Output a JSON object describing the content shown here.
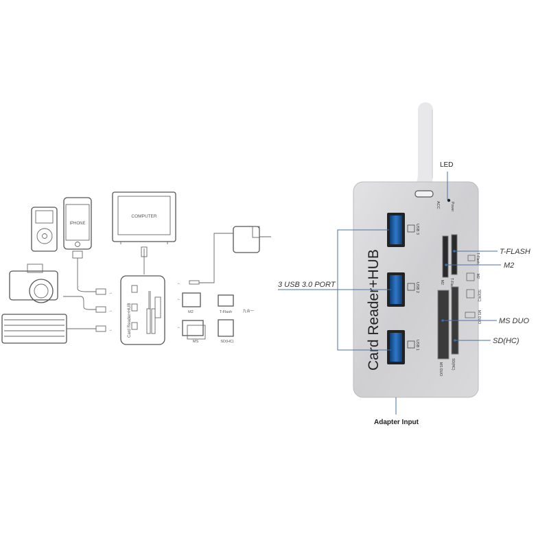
{
  "left_diagram": {
    "devices": {
      "phone": "IPHONE",
      "computer": "COMPUTER"
    },
    "hub_label": "Card Reader+HUB",
    "cards": {
      "m2": "M2",
      "tflash": "T-Flash",
      "ms": "MS",
      "sdhc": "SD(HC)",
      "extra": "九合一"
    }
  },
  "product": {
    "title": "Card Reader+HUB",
    "acc_label": "ACC",
    "power_label": "Power",
    "usb_ports": [
      "USB 3",
      "USB 2",
      "USB 1"
    ],
    "slot_labels": {
      "m2": "M2",
      "tflash": "T-Flash",
      "msduo": "MS DUO",
      "sdhc": "SD(HC)"
    },
    "icon_labels": {
      "tflash": "T-Flash",
      "m2": "M2",
      "sdhc": "SD(HC)",
      "msduo": "MS DUO"
    }
  },
  "callouts": {
    "led": "LED",
    "usb": "3 USB 3.0 PORT",
    "tflash": "T-FLASH",
    "m2": "M2",
    "msduo": "MS DUO",
    "sdhc": "SD(HC)",
    "adapter": "Adapter Input"
  },
  "colors": {
    "hub_body": "#d4d4d6",
    "usb_blue": "#1f5fa8",
    "leader": "#4a6fa5"
  }
}
